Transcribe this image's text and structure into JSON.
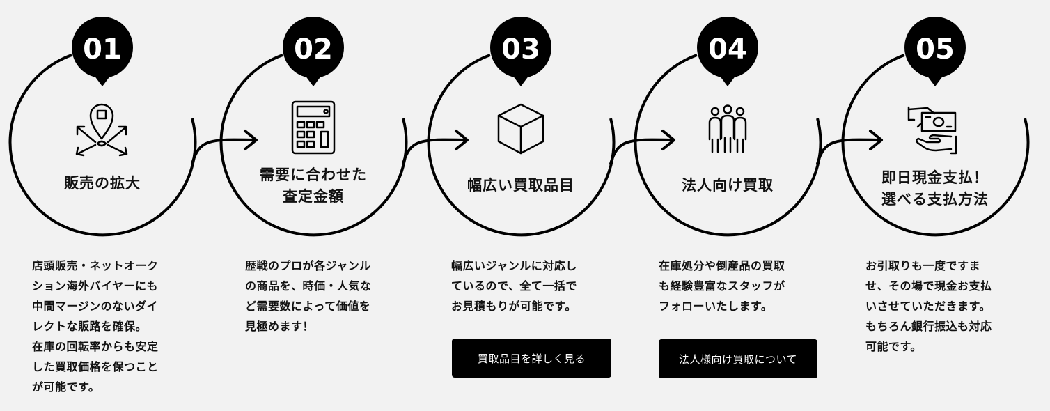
{
  "steps": [
    {
      "number": "01",
      "icon": "map-pin-expand-icon",
      "title": "販売の拡大",
      "description": "店頭販売・ネットオーク\nション海外バイヤーにも\n中間マージンのないダイ\nレクトな販路を確保。\n在庫の回転率からも安定\nした買取価格を保つこと\nが可能です。"
    },
    {
      "number": "02",
      "icon": "calculator-icon",
      "title": "需要に合わせた\n査定金額",
      "description": "歴戦のプロが各ジャンル\nの商品を、時価・人気な\nど需要数によって価値を\n見極めます！"
    },
    {
      "number": "03",
      "icon": "box-icon",
      "title": "幅広い買取品目",
      "description": "幅広いジャンルに対応し\nているので、全て一括で\nお見積もりが可能です。",
      "button": "買取品目を詳しく見る"
    },
    {
      "number": "04",
      "icon": "group-people-icon",
      "title": "法人向け買取",
      "description": "在庫処分や倒産品の買取\nも経験豊富なスタッフが\nフォローいたします。",
      "button": "法人様向け買取について"
    },
    {
      "number": "05",
      "icon": "cash-payment-icon",
      "title": "即日現金支払！\n選べる支払方法",
      "description": "お引取りも一度ですま\nせ、その場で現金お支払\nいさせていただきます。\nもちろん銀行振込も対応\n可能です。"
    }
  ],
  "colors": {
    "background": "#f2f2f2",
    "ink": "#000000",
    "button_text": "#ffffff"
  }
}
